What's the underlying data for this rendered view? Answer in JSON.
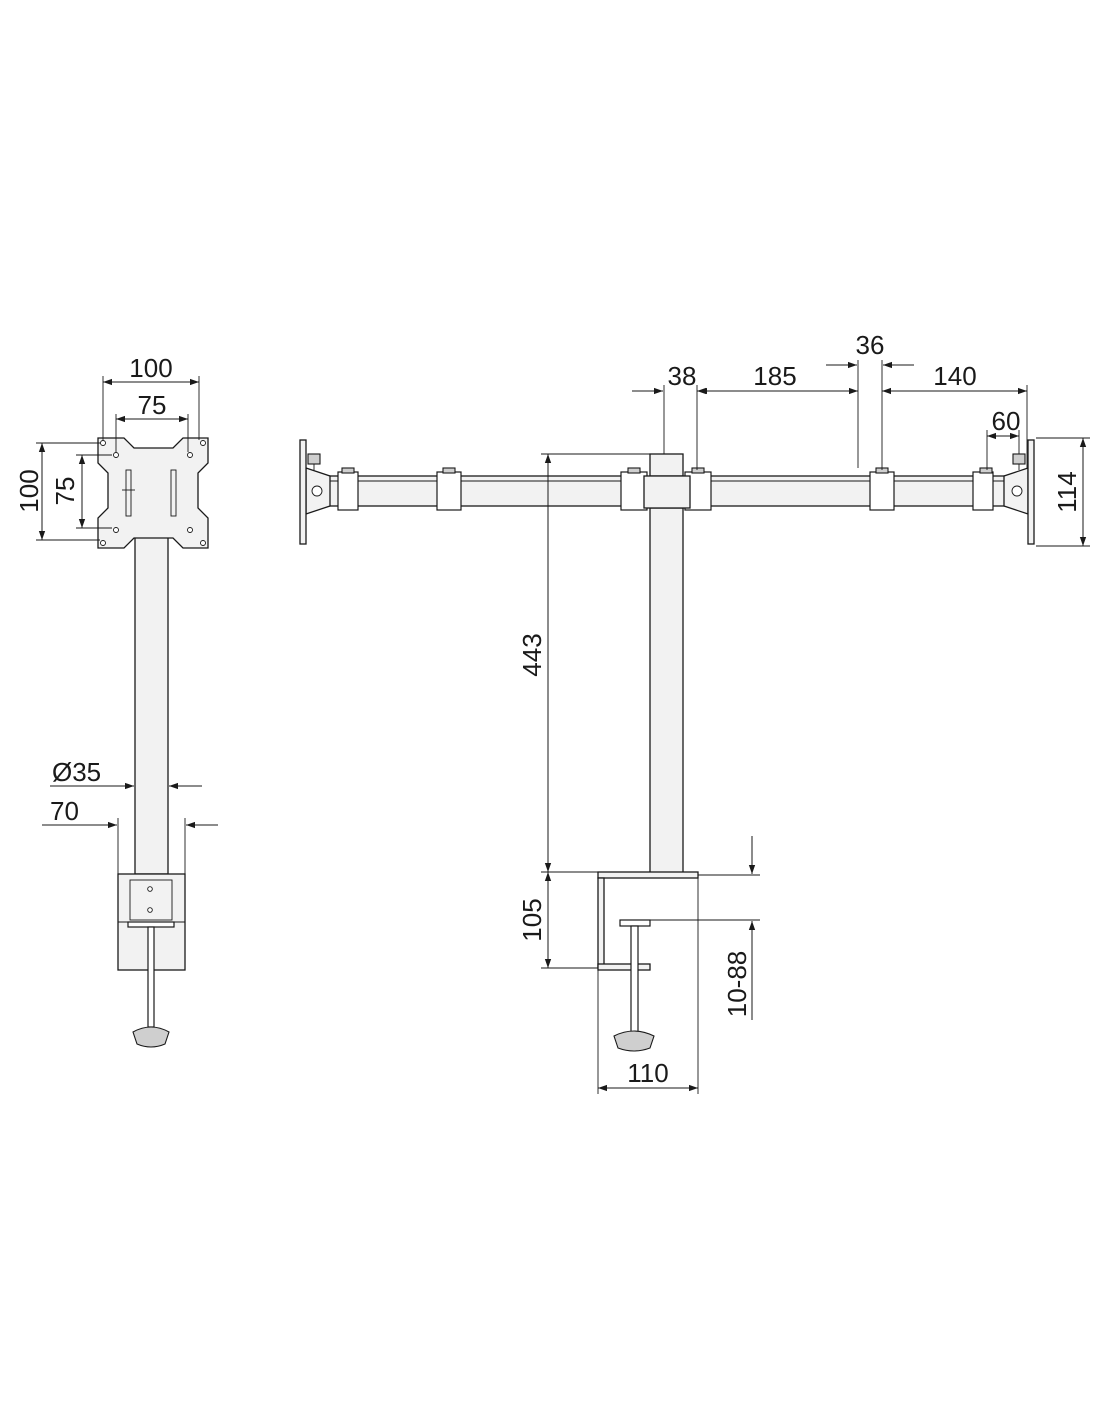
{
  "colors": {
    "line": "#1a1a1a",
    "part_fill": "#f2f2f2",
    "background": "#ffffff"
  },
  "side_view": {
    "vesa_outer_width": "100",
    "vesa_inner_width": "75",
    "vesa_outer_height": "100",
    "vesa_inner_height": "75",
    "pole_diameter": "Ø35",
    "clamp_width": "70"
  },
  "front_view": {
    "dim_pole_block": "38",
    "dim_arm_segment": "185",
    "dim_joint": "36",
    "dim_arm_end": "140",
    "dim_plate_offset": "60",
    "dim_plate_height": "114",
    "dim_pole_height": "443",
    "dim_clamp_height": "105",
    "dim_desk_thickness": "10-88",
    "dim_clamp_depth": "110"
  }
}
